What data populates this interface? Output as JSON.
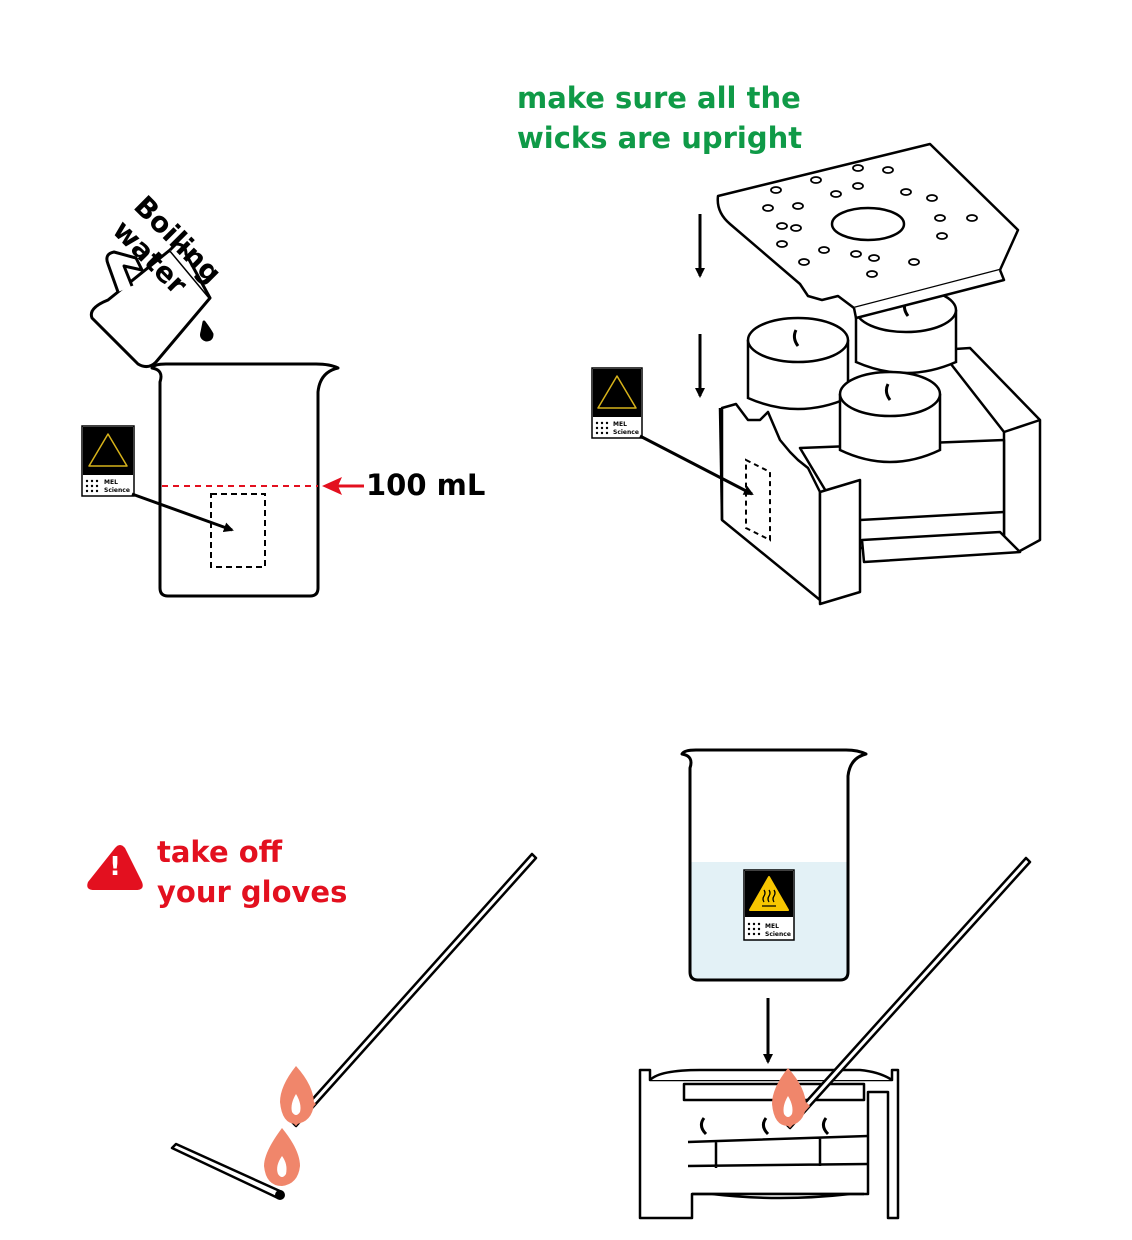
{
  "labels": {
    "boiling_line1": "Boiling",
    "boiling_line2": "water",
    "volume_mark": "100 mL",
    "wicks_line1": "make sure all the",
    "wicks_line2": "wicks are upright",
    "gloves_line1": "take off",
    "gloves_line2": "your gloves",
    "mel_brand": "MEL",
    "science_brand": "Science",
    "warning_glyph": "!"
  },
  "colors": {
    "green_note": "#0f9a47",
    "red_note": "#e3101f",
    "marker_red": "#e3101f",
    "water_blue": "#e3f1f6",
    "flame_orange": "#f0866b",
    "hot_yellow": "#f7c600",
    "ink": "#000000"
  },
  "icons": [
    "jug-icon",
    "beaker-icon",
    "sticker-icon",
    "arrow-down-icon",
    "tealight-icon",
    "burner-stand-icon",
    "warning-triangle-icon",
    "match-icon",
    "flame-icon",
    "hot-surface-icon"
  ]
}
